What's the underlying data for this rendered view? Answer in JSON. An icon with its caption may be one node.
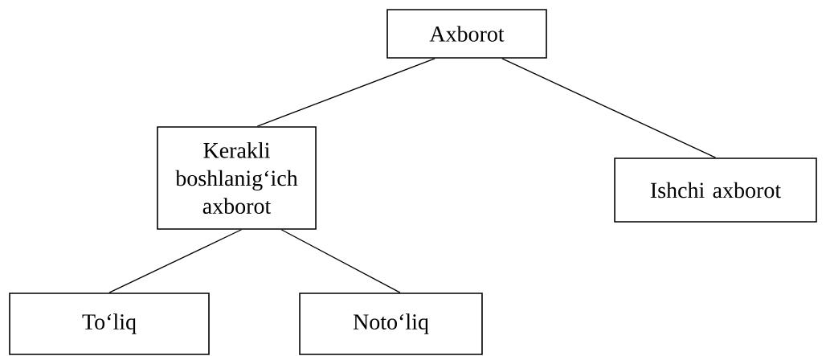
{
  "diagram": {
    "nodes": [
      {
        "text": [
          "Axborot"
        ]
      },
      {
        "text": [
          "Kerakli boshlanig‘ich axborot"
        ]
      },
      {
        "text": [
          "Ishchi axborot"
        ]
      },
      {
        "text": [
          "To‘liq"
        ]
      },
      {
        "text": [
          "Noto‘liq"
        ]
      }
    ],
    "edges": [
      {
        "from": 0,
        "to": 1,
        "arrow": "none"
      },
      {
        "from": 0,
        "to": 2,
        "arrow": "none"
      },
      {
        "from": 1,
        "to": 3,
        "arrow": "none"
      },
      {
        "from": 1,
        "to": 4,
        "arrow": "none"
      }
    ]
  }
}
